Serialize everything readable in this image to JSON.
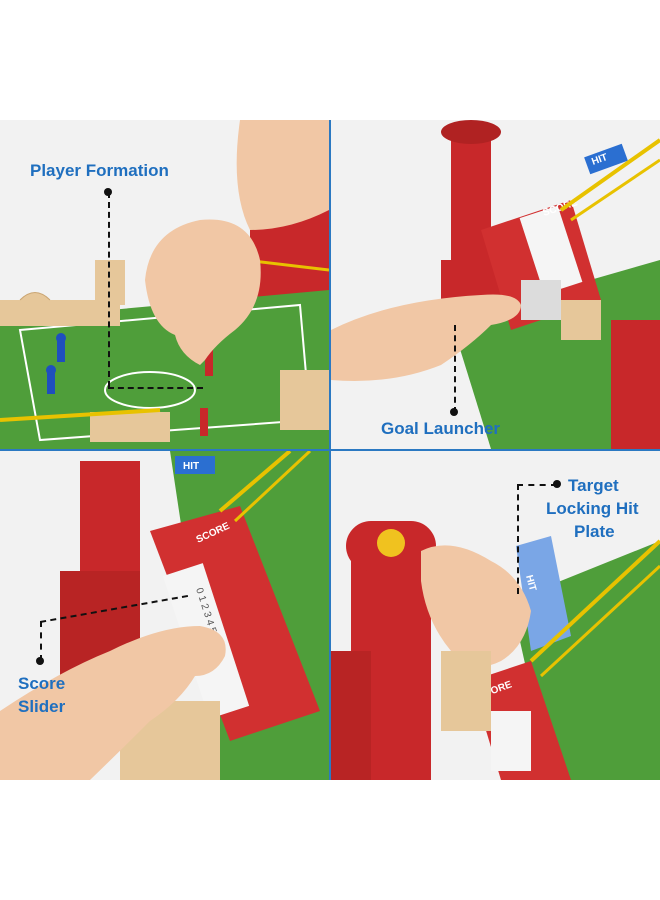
{
  "labels": {
    "player_formation": "Player Formation",
    "goal_launcher": "Goal Launcher",
    "score_slider_line1": "Score",
    "score_slider_line2": "Slider",
    "target_line1": "Target",
    "target_line2": "Locking Hit",
    "target_line3": "Plate"
  },
  "printed": {
    "score": "SCORE",
    "hit": "HIT",
    "numbers": "0 1 2 3 4 5"
  },
  "colors": {
    "accent_blue": "#1f6fbf",
    "divider_blue": "#2b79c2",
    "field_green": "#4f9e3a",
    "tower_red": "#c8282a",
    "wood": "#e6c79a"
  }
}
